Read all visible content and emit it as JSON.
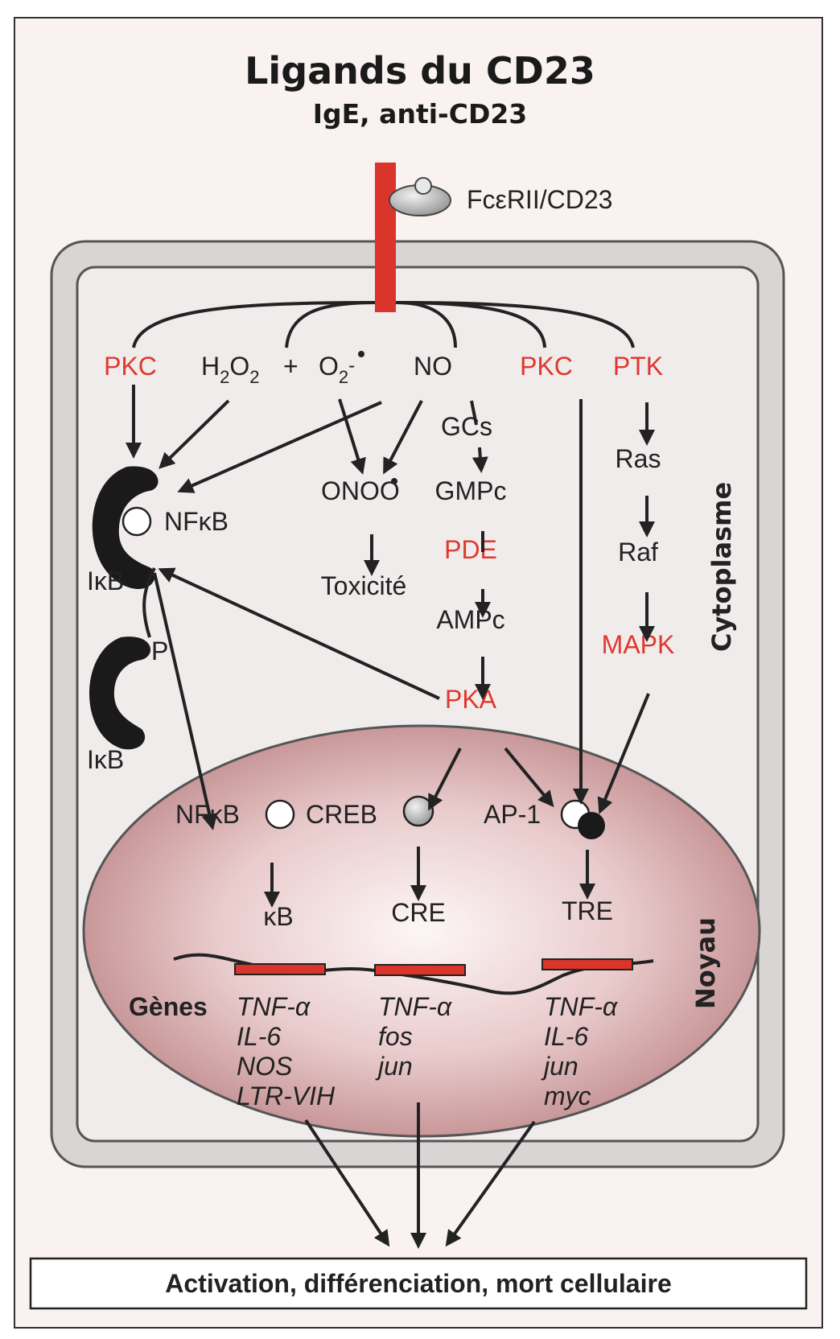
{
  "title": "Ligands du CD23",
  "subtitle": "IgE, anti-CD23",
  "receptor_label": "FcεRII/CD23",
  "compartments": {
    "cytoplasm": "Cytoplasme",
    "nucleus": "Noyau"
  },
  "nodes": {
    "pkc_left": "PKC",
    "h2o2_h": "H",
    "h2o2_sub1": "2",
    "h2o2_o": "O",
    "h2o2_sub2": "2",
    "plus": "+",
    "o2_o": "O",
    "o2_sub": "2",
    "o2_charge": "-",
    "no": "NO",
    "pkc_right": "PKC",
    "ptk": "PTK",
    "gcs": "GCs",
    "onoo": "ONOO",
    "gmpc": "GMPc",
    "toxicite": "Toxicité",
    "pde": "PDE",
    "ampc": "AMPc",
    "pka": "PKA",
    "ras": "Ras",
    "raf": "Raf",
    "mapk": "MAPK",
    "nfkb_cyto": "NFκB",
    "ikb_top": "IκB",
    "p_label": "P",
    "ikb_bottom": "IκB",
    "nfkb_nuc": "NFκB",
    "creb": "CREB",
    "ap1": "AP-1",
    "kb": "κB",
    "cre": "CRE",
    "tre": "TRE"
  },
  "genes_label": "Gènes",
  "genes": {
    "kb": [
      "TNF-α",
      "IL-6",
      "NOS",
      "LTR-VIH"
    ],
    "cre": [
      "TNF-α",
      "fos",
      "jun"
    ],
    "tre": [
      "TNF-α",
      "IL-6",
      "jun",
      "myc"
    ]
  },
  "outcome": "Activation, différenciation, mort cellulaire",
  "colors": {
    "accent_red": "#e0382e",
    "receptor_red": "#d9352b",
    "cell_fill": "#efeceb",
    "membrane_gray": "#8a8a8a",
    "nucleus_center": "#fbf0f0",
    "nucleus_edge": "#c48f91",
    "paper_bg": "#faf1f1"
  }
}
